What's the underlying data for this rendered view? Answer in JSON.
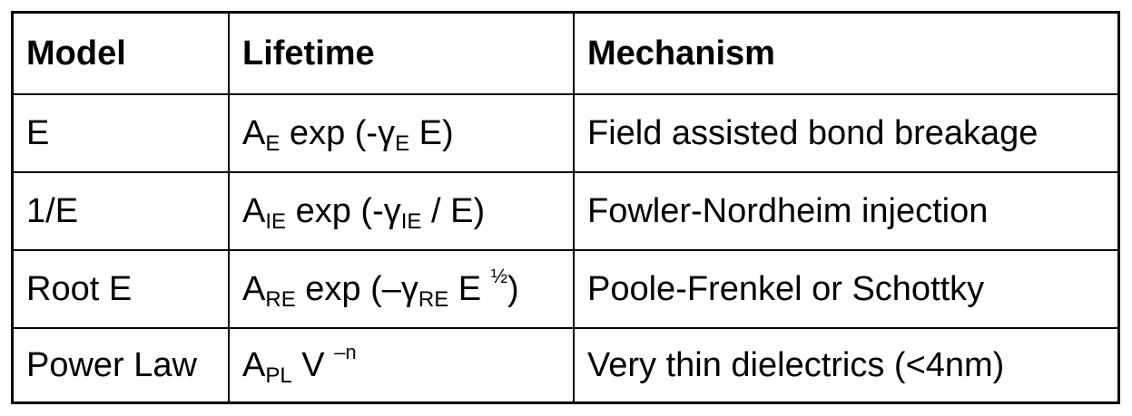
{
  "table": {
    "headers": {
      "model": "Model",
      "lifetime": "Lifetime",
      "mechanism": "Mechanism"
    },
    "rows": [
      {
        "model": "E",
        "lifetime": {
          "a": "A",
          "a_sub": "E",
          "mid": " exp (-",
          "g": "γ",
          "g_sub": "E",
          "tail": " E)"
        },
        "mechanism": "Field assisted bond breakage"
      },
      {
        "model": "1/E",
        "lifetime": {
          "a": "A",
          "a_sub": "IE",
          "mid": " exp (-",
          "g": "γ",
          "g_sub": "IE",
          "tail": " / E)"
        },
        "mechanism": "Fowler-Nordheim injection"
      },
      {
        "model": "Root E",
        "lifetime": {
          "a": "A",
          "a_sub": "RE",
          "mid": " exp (–",
          "g": "γ",
          "g_sub": "RE",
          "tail": " E ",
          "tail_sup": "½",
          "close": ")"
        },
        "mechanism": "Poole-Frenkel or Schottky"
      },
      {
        "model": "Power Law",
        "lifetime": {
          "a": "A",
          "a_sub": "PL",
          "mid": " V ",
          "mid_sup": "–n"
        },
        "mechanism": "Very thin dielectrics (<4nm)"
      }
    ]
  }
}
